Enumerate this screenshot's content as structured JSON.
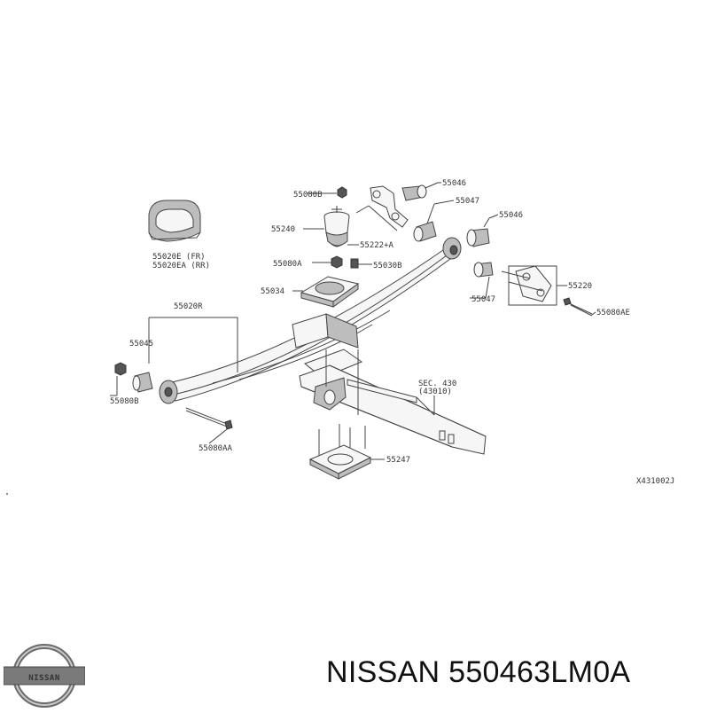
{
  "diagram": {
    "ref_code": "X431002J",
    "parts": {
      "p55020E": "55020E (FR)",
      "p55020EA": "55020EA (RR)",
      "p55080B_top": "55080B",
      "p55046_top": "55046",
      "p55047_top": "55047",
      "p55240": "55240",
      "p55222A": "55222+A",
      "p55046_right": "55046",
      "p55080A": "55080A",
      "p55030B": "55030B",
      "p55034": "55034",
      "p55220": "55220",
      "p55047_right": "55047",
      "p55080AE": "55080AE",
      "p55020R": "55020R",
      "p55045": "55045",
      "p55080B_left": "55080B",
      "p55080AA": "55080AA",
      "p55247": "55247",
      "sec430_line1": "SEC. 430",
      "sec430_line2": "(43010)"
    }
  },
  "logo": {
    "text": "NISSAN"
  },
  "caption": {
    "brand": "NISSAN",
    "part_number": "550463LM0A"
  }
}
